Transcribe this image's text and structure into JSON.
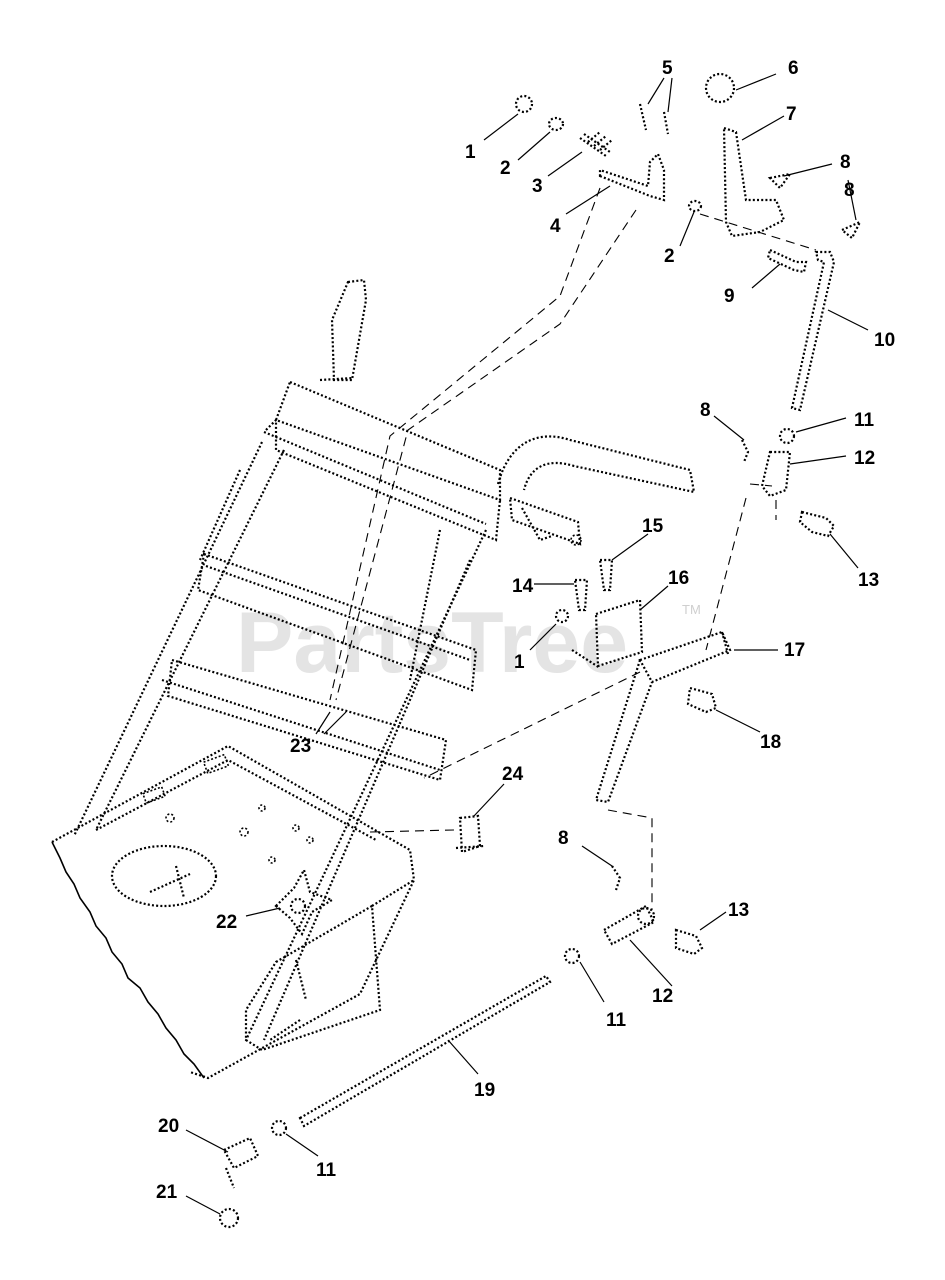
{
  "watermark": {
    "text": "PartsTree",
    "trademark": "TM"
  },
  "callouts": [
    {
      "label": "1"
    },
    {
      "label": "2"
    },
    {
      "label": "3"
    },
    {
      "label": "4"
    },
    {
      "label": "5"
    },
    {
      "label": "6"
    },
    {
      "label": "7"
    },
    {
      "label": "8"
    },
    {
      "label": "8"
    },
    {
      "label": "2"
    },
    {
      "label": "9"
    },
    {
      "label": "10"
    },
    {
      "label": "8"
    },
    {
      "label": "11"
    },
    {
      "label": "12"
    },
    {
      "label": "13"
    },
    {
      "label": "15"
    },
    {
      "label": "14"
    },
    {
      "label": "16"
    },
    {
      "label": "1"
    },
    {
      "label": "17"
    },
    {
      "label": "18"
    },
    {
      "label": "23"
    },
    {
      "label": "24"
    },
    {
      "label": "8"
    },
    {
      "label": "13"
    },
    {
      "label": "22"
    },
    {
      "label": "12"
    },
    {
      "label": "11"
    },
    {
      "label": "19"
    },
    {
      "label": "20"
    },
    {
      "label": "11"
    },
    {
      "label": "21"
    }
  ]
}
